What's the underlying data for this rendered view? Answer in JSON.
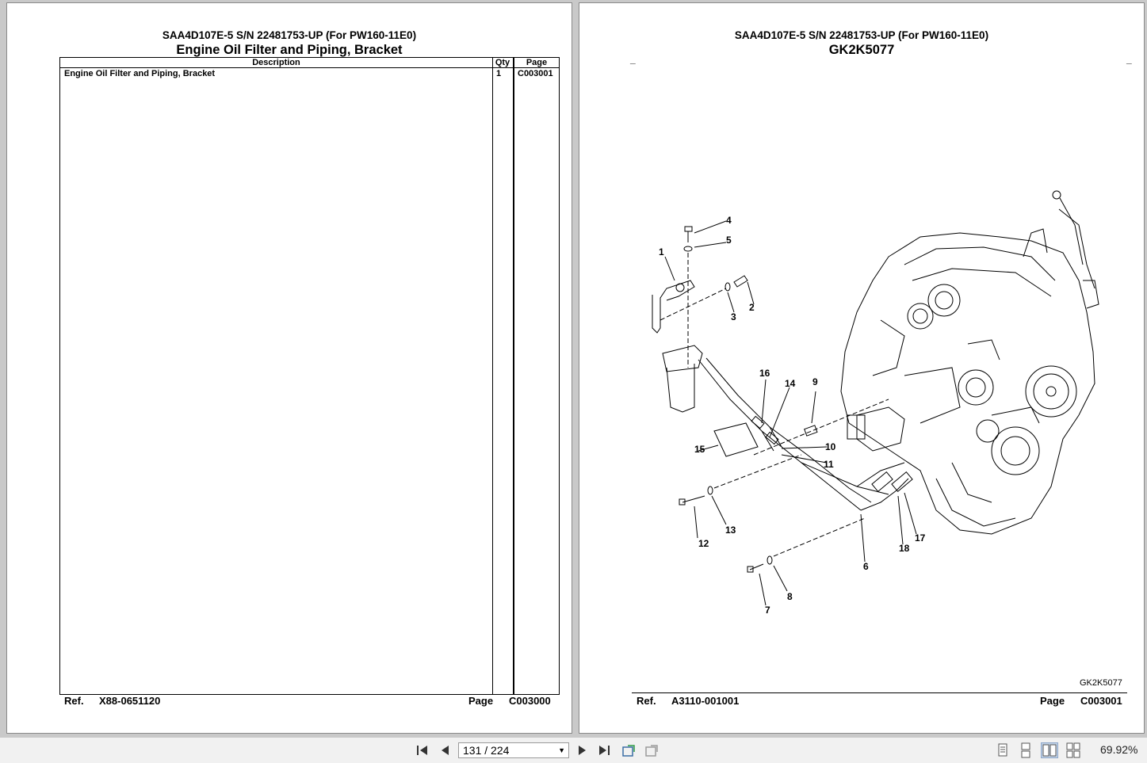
{
  "left_page": {
    "header_line1": "SAA4D107E-5 S/N 22481753-UP (For PW160-11E0)",
    "header_line2": "Engine Oil Filter and Piping, Bracket",
    "columns": {
      "description": "Description",
      "qty": "Qty",
      "page": "Page"
    },
    "rows": [
      {
        "description": "Engine Oil Filter and Piping, Bracket",
        "qty": "1",
        "page": "C003001"
      }
    ],
    "footer": {
      "ref_label": "Ref.",
      "ref_value": "X88-0651120",
      "page_label": "Page",
      "page_value": "C003000"
    }
  },
  "right_page": {
    "header_line1": "SAA4D107E-5 S/N 22481753-UP (For PW160-11E0)",
    "header_line2": "GK2K5077",
    "corner_mark": "_",
    "diagram_id": "GK2K5077",
    "callouts": [
      "1",
      "2",
      "3",
      "4",
      "5",
      "6",
      "7",
      "8",
      "9",
      "10",
      "11",
      "12",
      "13",
      "14",
      "15",
      "16",
      "17",
      "18"
    ],
    "footer": {
      "ref_label": "Ref.",
      "ref_value": "A3110-001001",
      "page_label": "Page",
      "page_value": "C003001"
    }
  },
  "toolbar": {
    "page_indicator": "131 / 224",
    "zoom": "69.92%",
    "icons": [
      "first-page-icon",
      "prev-page-icon",
      "next-page-icon",
      "last-page-icon",
      "previous-view-icon",
      "next-view-icon",
      "single-page-view-icon",
      "continuous-view-icon",
      "facing-view-icon",
      "continuous-facing-view-icon"
    ]
  }
}
